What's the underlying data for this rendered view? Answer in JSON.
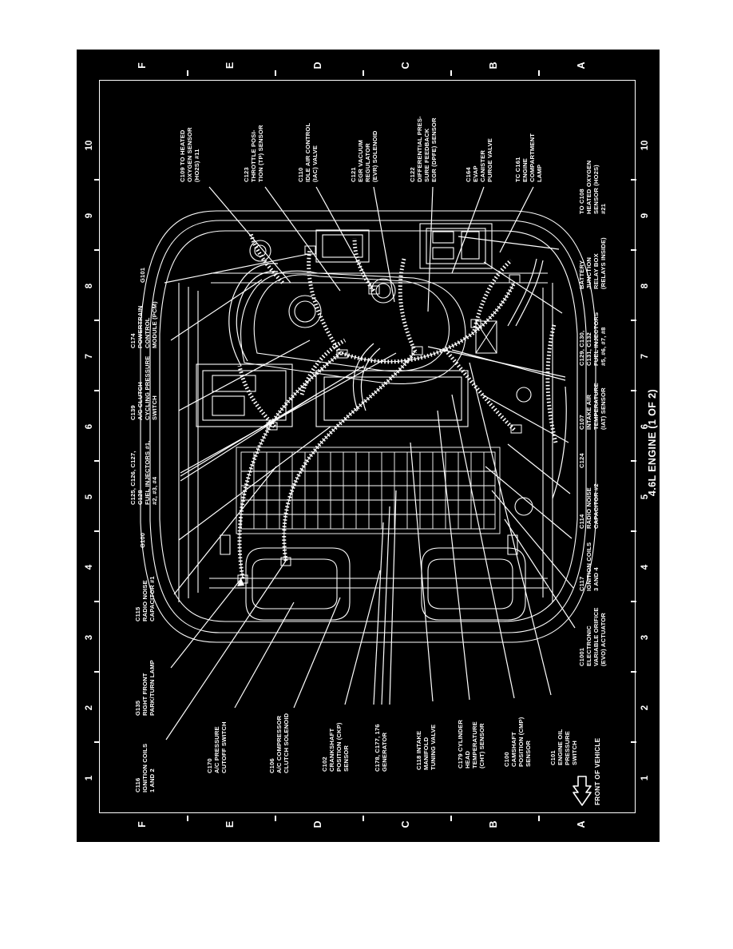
{
  "document": {
    "title": "4.6L ENGINE (1 OF 2)",
    "front_of_vehicle": "FRONT OF VEHICLE",
    "background_color": "#000000",
    "ink_color": "#ffffff"
  },
  "grid": {
    "numbers": [
      "1",
      "2",
      "3",
      "4",
      "5",
      "6",
      "7",
      "8",
      "9",
      "10"
    ],
    "letters": [
      "F",
      "E",
      "D",
      "C",
      "B",
      "A"
    ]
  },
  "labels": {
    "top_row": [
      {
        "id": "c116",
        "text": "C116\nIGNITION COILS\n1 AND 2"
      },
      {
        "id": "g135",
        "text": "G135\nRIGHT FRONT\nPARK/TURN LAMP"
      },
      {
        "id": "c115",
        "text": "C115\nRADIO NOISE\nCAPACITOR #1"
      },
      {
        "id": "g100",
        "text": "G100"
      },
      {
        "id": "c125",
        "text": "C125, C126, C127,\nC128\nFUEL INJECTORS #1,\n#2, #3, #4"
      },
      {
        "id": "c139",
        "text": "C139\nA/C CLUTCH\nCYCLING PRESSURE\nSWITCH"
      },
      {
        "id": "c174",
        "text": "C174\nPOWERTRAIN\nCONTROL\nMODULE (PCM)"
      },
      {
        "id": "g101",
        "text": "G101"
      }
    ],
    "left_column": [
      {
        "id": "c170",
        "text": "C170\nA/C PRESSURE\nCUTOFF SWITCH"
      },
      {
        "id": "c106",
        "text": "C106\nA/C COMPRESSOR\nCLUTCH SOLENOID"
      },
      {
        "id": "c102",
        "text": "C102\nCRANKSHAFT\nPOSITION (CKP)\nSENSOR"
      },
      {
        "id": "c176",
        "text": "C178, C177, 176\nGENERATOR"
      },
      {
        "id": "c118",
        "text": "C118 INTAKE\nMANIFOLD\nTUNING VALVE"
      },
      {
        "id": "c179",
        "text": "C179 CYLINDER\nHEAD\nTEMPERATURE\n(CHT) SENSOR"
      },
      {
        "id": "c100",
        "text": "C100\nCAMSHAFT\nPOSITION (CMP)\nSENSOR"
      },
      {
        "id": "c101",
        "text": "C101\nENGINE OIL\nPRESSURE\nSWITCH"
      }
    ],
    "bottom_row": [
      {
        "id": "c1001",
        "text": "C1001\nELECTRONIC\nVARIABLE ORIFICE\n(EVO) ACTUATOR"
      },
      {
        "id": "c117",
        "text": "C117\nIGNITION COILS\n3 AND 4"
      },
      {
        "id": "c114",
        "text": "C114\nRADIO NOISE\nCAPACITOR #2"
      },
      {
        "id": "c124",
        "text": "C124"
      },
      {
        "id": "c107",
        "text": "C107\nINTAKE AIR\nTEMPERATURE\n(IAT) SENSOR"
      },
      {
        "id": "c129",
        "text": "C129, C130,\nC131, C132\nFUEL INJECTORS\n#5, #6, #7, #8"
      },
      {
        "id": "bjb",
        "text": "BATTERY\nJUNCTION\nRELAY BOX\n(RELAYS INSIDE)"
      },
      {
        "id": "toc108",
        "text": "TO C108\nHEATED OXYGEN\nSENSOR (HO2S)\n#21"
      }
    ],
    "right_column": [
      {
        "id": "c109",
        "text": "C109 TO HEATED\nOXYGEN SENSOR\n(HO2S) #11"
      },
      {
        "id": "c123",
        "text": "C123\nTHROTTLE POSI-\nTION (TP) SENSOR"
      },
      {
        "id": "c110",
        "text": "C110\nIDLE AIR CONTROL\n(IAC) VALVE"
      },
      {
        "id": "c121",
        "text": "C121\nEGR VACUUM\nREGULATOR\n(EVR) SOLENOID"
      },
      {
        "id": "c122",
        "text": "C122\nDIFFERENTIAL PRES-\nSURE FEEDBACK\nEGR (DPFE) SENSOR"
      },
      {
        "id": "c164",
        "text": "C164\nEVAP\nCANISTER\nPURGE VALVE"
      },
      {
        "id": "tcc161",
        "text": "TC C161\nENGINE\nCOMPARTMENT\nLAMP"
      }
    ]
  }
}
